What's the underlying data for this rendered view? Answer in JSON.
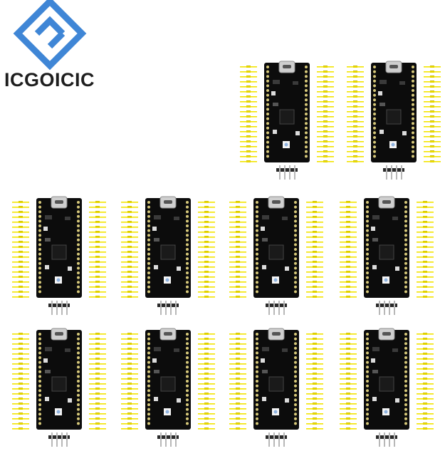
{
  "brand": {
    "name": "ICGOICIC",
    "logo_icon": "icgoicic-logo-icon",
    "logo_color": "#3f86d6",
    "text_color": "#1e1e1e"
  },
  "product": {
    "kit_count": 10,
    "kit_contents": [
      "microcontroller-board",
      "pin-header-strip-left",
      "pin-header-strip-right",
      "4-pin-header"
    ],
    "board_color": "#0c0c0c",
    "pin_color": "#f2e400",
    "header_pin_color": "#b8b8b8",
    "connector": "usb-c-connector"
  },
  "layout_rows": [
    2,
    4,
    4
  ]
}
